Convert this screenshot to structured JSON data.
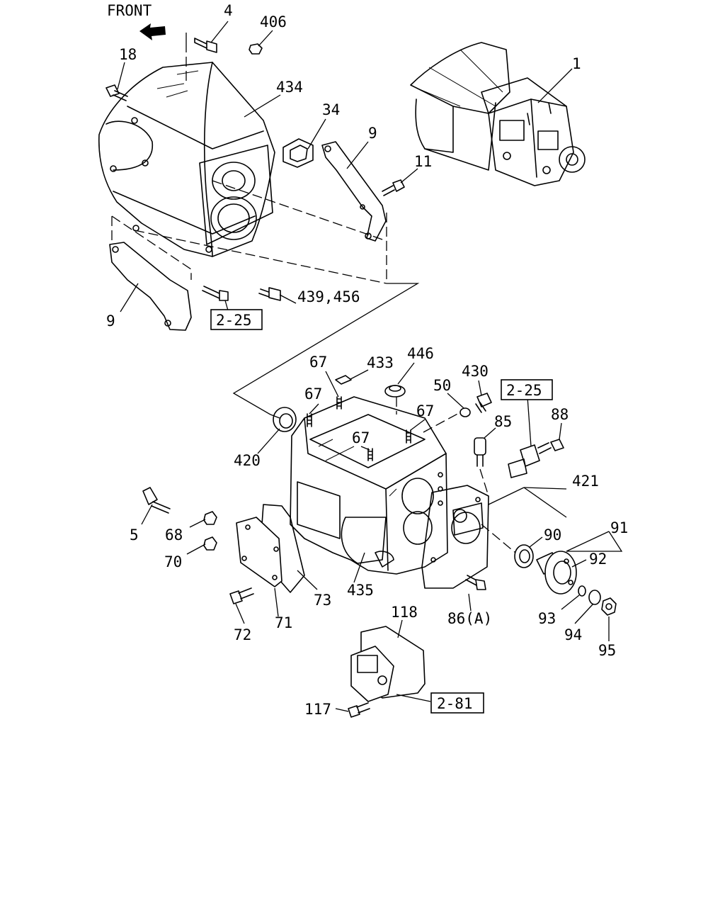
{
  "front_label": "FRONT",
  "front_arrow_icon": "front-direction-arrow-icon",
  "callouts": {
    "c4": "4",
    "c406": "406",
    "c18": "18",
    "c434": "434",
    "c1": "1",
    "c34": "34",
    "c9a": "9",
    "c11": "11",
    "c9b": "9",
    "c439": "439,456",
    "c67a": "67",
    "c433": "433",
    "c446": "446",
    "c430": "430",
    "c67b": "67",
    "c50": "50",
    "c67c": "67",
    "c85": "85",
    "c88": "88",
    "c67d": "67",
    "c420": "420",
    "c421": "421",
    "c5": "5",
    "c68": "68",
    "c90": "90",
    "c91": "91",
    "c92": "92",
    "c70": "70",
    "c435": "435",
    "c73": "73",
    "c86": "86(A)",
    "c93": "93",
    "c72": "72",
    "c71": "71",
    "c94": "94",
    "c95": "95",
    "c118": "118",
    "c117": "117"
  },
  "references": {
    "ref1": "2-25",
    "ref2": "2-25",
    "ref3": "2-81"
  }
}
